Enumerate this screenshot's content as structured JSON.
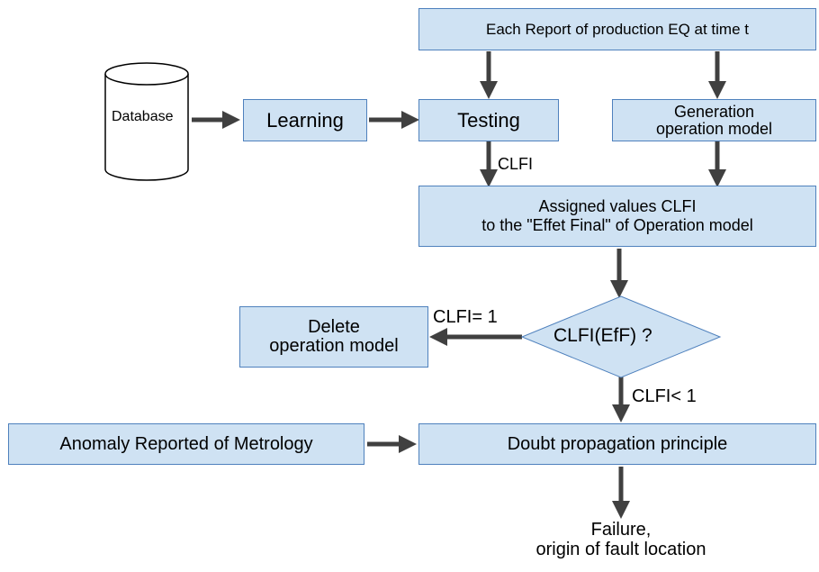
{
  "nodes": {
    "database": "Database",
    "learning": "Learning",
    "testing": "Testing",
    "each_report": "Each Report of production EQ at time t",
    "generation": [
      "Generation",
      "operation model"
    ],
    "assigned": [
      "Assigned values  CLFI",
      "to the \"Effet Final\" of Operation model"
    ],
    "decision": "CLFI(EfF) ?",
    "delete": [
      "Delete",
      "operation model"
    ],
    "anomaly": "Anomaly Reported of Metrology",
    "doubt": "Doubt propagation principle",
    "failure": [
      "Failure,",
      "origin of fault location"
    ]
  },
  "edge_labels": {
    "testing_to_assigned": "CLFI",
    "eq_one": "CLFI= 1",
    "lt_one": "CLFI< 1"
  },
  "colors": {
    "box_fill": "#cfe2f3",
    "box_border": "#4f81bd",
    "arrow": "#404040"
  }
}
